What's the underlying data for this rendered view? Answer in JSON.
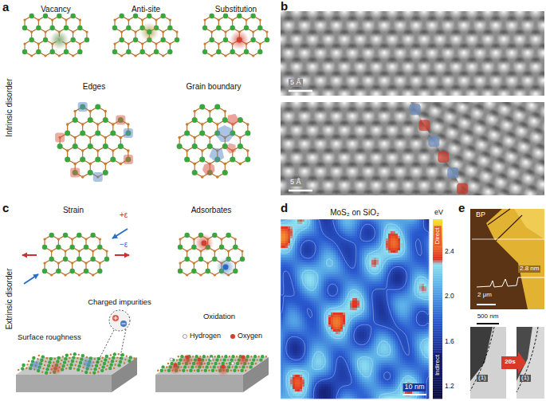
{
  "diagram": {
    "labels": [
      "a",
      "Vacancy",
      "Anti-site",
      "Substitution",
      "Edges",
      "Grain boundary",
      "Intrinsic disorder",
      "b",
      "5 Å",
      "5 Å",
      "c",
      "Strain",
      "+ε",
      "−ε",
      "Adsorbates",
      "Charged impurities",
      "Surface roughness",
      "Oxidation",
      "Hydrogen",
      "Oxygen",
      "Extrinsic disorder",
      "d",
      "MoS₂ on SiO₂",
      "eV",
      "Direct",
      "2.4",
      "2.0",
      "1.6",
      "Indirect",
      "1.2",
      "10 nm",
      "e",
      "BP",
      "2.8 nm",
      "2 μm",
      "500 nm",
      "20s",
      "(1)",
      "(1)"
    ]
  }
}
